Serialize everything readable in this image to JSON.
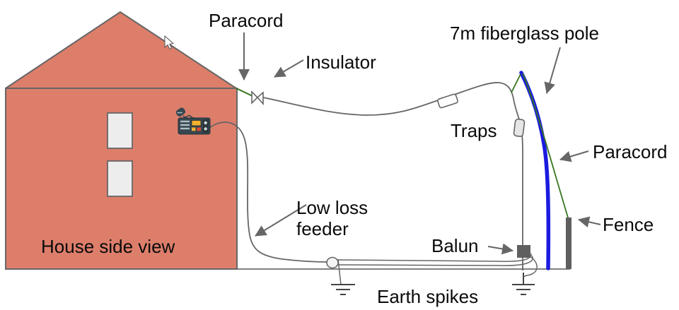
{
  "diagram": {
    "labels": {
      "paracord_top": "Paracord",
      "insulator": "Insulator",
      "pole": "7m fiberglass pole",
      "traps": "Traps",
      "paracord_right": "Paracord",
      "fence": "Fence",
      "balun": "Balun",
      "earth_spikes": "Earth spikes",
      "low_loss_line1": "Low loss",
      "low_loss_line2": "feeder",
      "house": "House side view"
    },
    "colors": {
      "house_fill": "#dd7e6b",
      "window_fill": "#ededed",
      "pole_blue": "#1b1be0",
      "paracord_green": "#38761d",
      "wire_gray": "#666666",
      "fence_gray": "#5f5f5f",
      "balun_gray": "#5f5f5f",
      "ground_symbol": "#444444"
    }
  }
}
